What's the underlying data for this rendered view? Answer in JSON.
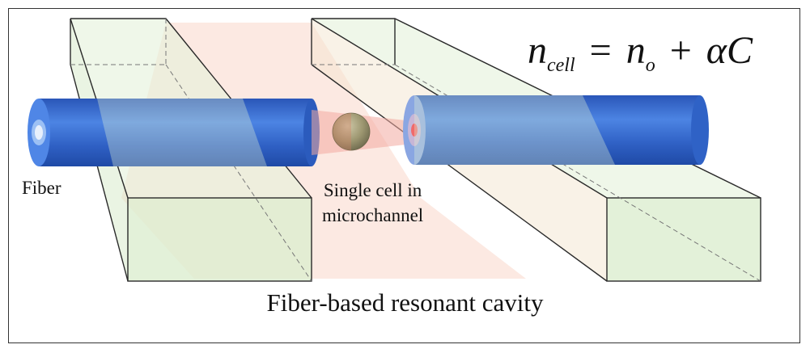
{
  "labels": {
    "fiber": "Fiber",
    "cell_line1": "Single cell in",
    "cell_line2": "microchannel",
    "cavity": "Fiber-based resonant cavity"
  },
  "formula": {
    "lhs_var": "n",
    "lhs_sub": "cell",
    "equals": "=",
    "rhs_var": "n",
    "rhs_sub": "o",
    "plus": "+",
    "alpha": "α",
    "c": "C"
  },
  "colors": {
    "fiber_blue": "#3a6ed0",
    "fiber_dark": "#2c57b5",
    "slab_fill": "#dff0d4",
    "beam_fill": "#f9d6c8",
    "cell": "#a8a27a"
  }
}
